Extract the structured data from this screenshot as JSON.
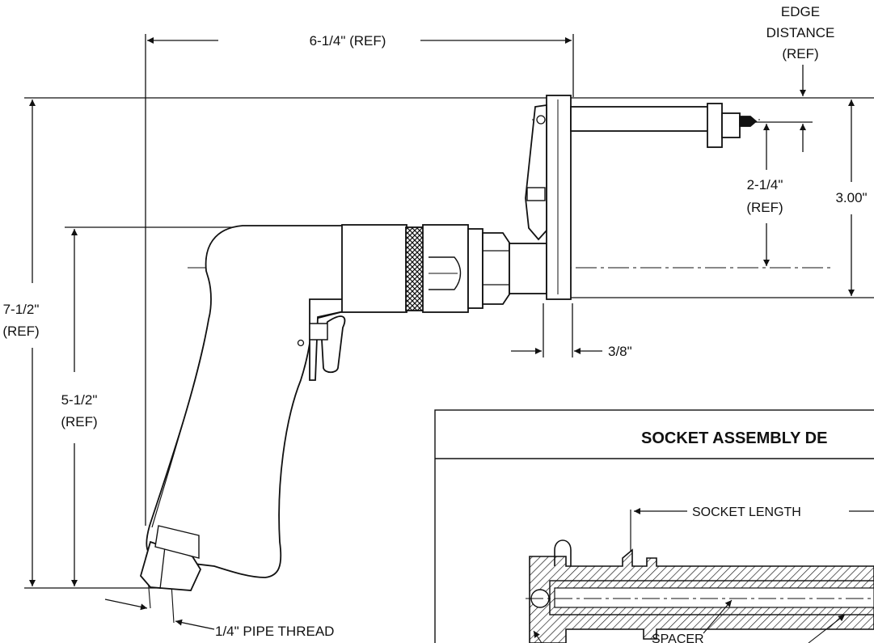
{
  "labels": {
    "edge_distance_line1": "EDGE",
    "edge_distance_line2": "DISTANCE",
    "edge_distance_line3": "(REF)",
    "width_overall": "6-1/4\" (REF)",
    "height_overall_line1": "7-1/2\"",
    "height_overall_line2": "(REF)",
    "height_lower_line1": "5-1/2\"",
    "height_lower_line2": "(REF)",
    "offset_line1": "2-1/4\"",
    "offset_line2": "(REF)",
    "head_height": "3.00\"",
    "head_thickness": "3/8\"",
    "pipe_thread": "1/4\" PIPE THREAD"
  },
  "detail": {
    "title": "SOCKET ASSEMBLY DE",
    "socket_length": "SOCKET LENGTH",
    "spacer": "SPACER"
  }
}
